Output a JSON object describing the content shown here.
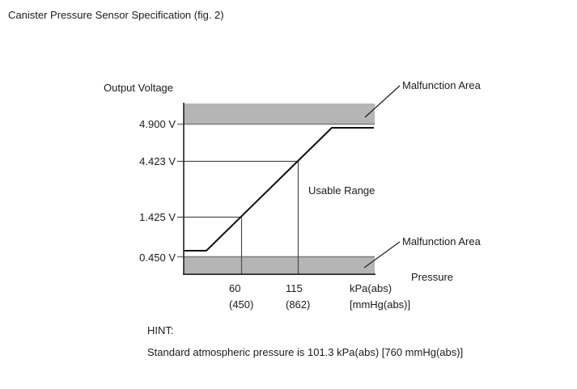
{
  "title": "Canister Pressure Sensor Specification (fig. 2)",
  "chart": {
    "y_axis_label": "Output Voltage",
    "x_axis_label": "Pressure",
    "x_unit_line1": "kPa(abs)",
    "x_unit_line2": "[mmHg(abs)]",
    "y_ticks": [
      "4.900 V",
      "4.423 V",
      "1.425 V",
      "0.450 V"
    ],
    "x_ticks": [
      {
        "line1": "60",
        "line2": "(450)"
      },
      {
        "line1": "115",
        "line2": "(862)"
      }
    ],
    "annotations": {
      "malfunction_top": "Malfunction Area",
      "malfunction_bottom": "Malfunction Area",
      "usable_range": "Usable Range"
    }
  },
  "hint": {
    "label": "HINT:",
    "text": "Standard atmospheric pressure is 101.3 kPa(abs) [760 mmHg(abs)]"
  },
  "colors": {
    "band_gray": "#b5b5b5",
    "band_edge_gray": "#7d7d7d",
    "axis_black": "#222222",
    "curve_black": "#111111",
    "ref_line_gray": "#4d4d4d"
  },
  "chart_data": {
    "type": "line",
    "title": "Canister Pressure Sensor Specification (fig. 2)",
    "xlabel": "Pressure",
    "x_units": "kPa(abs) [mmHg(abs)]",
    "ylabel": "Output Voltage",
    "x_ticks": [
      {
        "kpa_abs": 60,
        "mmhg_abs": 450
      },
      {
        "kpa_abs": 115,
        "mmhg_abs": 862
      }
    ],
    "y_ticks_volts": [
      0.45,
      1.425,
      4.423,
      4.9
    ],
    "series": [
      {
        "name": "sensor output characteristic",
        "reference_points": [
          {
            "pressure_kpa_abs": 60,
            "voltage_v": 1.425
          },
          {
            "pressure_kpa_abs": 115,
            "voltage_v": 4.423
          }
        ],
        "shape": "flat near 0.450 V at low pressure, linear through (60, 1.425) and (115, 4.423), flat just below 4.900 V at high pressure"
      }
    ],
    "regions": [
      {
        "label": "Malfunction Area",
        "position": "above 4.900 V"
      },
      {
        "label": "Usable Range",
        "position": "between 0.450 V and 4.900 V"
      },
      {
        "label": "Malfunction Area",
        "position": "below 0.450 V"
      }
    ],
    "hint": "Standard atmospheric pressure is 101.3 kPa(abs) [760 mmHg(abs)]"
  }
}
